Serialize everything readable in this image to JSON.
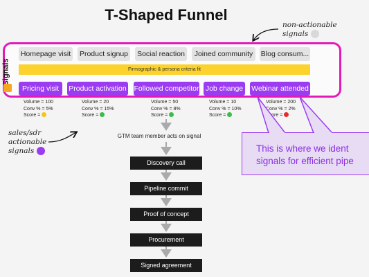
{
  "title": "T-Shaped Funnel",
  "note_top": [
    "non-actionable",
    "signals"
  ],
  "note_left": [
    "sales/sdr",
    "actionable",
    "signals"
  ],
  "signals_label": "Signals",
  "grey_signals": [
    "Homepage visit",
    "Product signup",
    "Social reaction",
    "Joined community",
    "Blog consum..."
  ],
  "fit_bar": "Firmographic & persona criteria fit",
  "purple_signals": [
    "Pricing visit",
    "Product activation",
    "Followed competitor",
    "Job change",
    "Webinar attended"
  ],
  "stats": [
    {
      "volume": "Volume = 100",
      "conv": "Conv % = 5%",
      "score": "Score =",
      "score_color": "#f5c518"
    },
    {
      "volume": "Volume = 20",
      "conv": "Conv % = 15%",
      "score": "Score =",
      "score_color": "#3bbd4a"
    },
    {
      "volume": "Volume = 50",
      "conv": "Conv % = 8%",
      "score": "Score =",
      "score_color": "#3bbd4a"
    },
    {
      "volume": "Volume = 10",
      "conv": "Conv % = 10%",
      "score": "Score =",
      "score_color": "#3bbd4a"
    },
    {
      "volume": "Volume = 200",
      "conv": "Conv % = 2%",
      "score": "Score =",
      "score_color": "#e22d2d"
    }
  ],
  "gtm_text": "GTM team member acts on signal",
  "steps": [
    "Discovery call",
    "Pipeline commit",
    "Proof of concept",
    "Procurement",
    "Signed agreement"
  ],
  "callout": [
    "This is where we ident",
    "signals for efficient pipe"
  ],
  "colors": {
    "frame": "#e21bb8",
    "purple": "#9b3cf2",
    "yellow": "#fcd22c",
    "grey_chip": "#e3e3e3",
    "step": "#1c1c1c"
  }
}
